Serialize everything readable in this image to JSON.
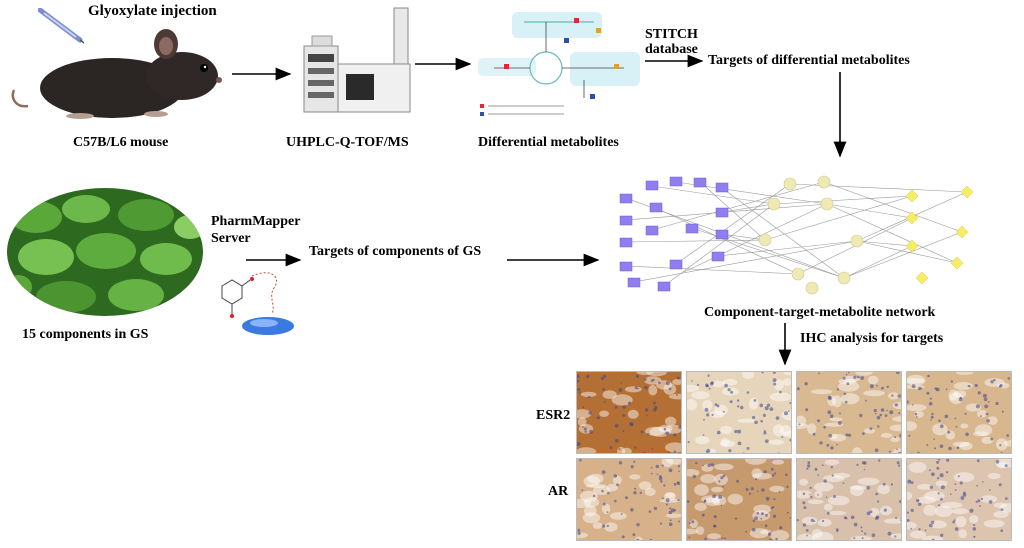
{
  "labels": {
    "injection": "Glyoxylate injection",
    "mouse": "C57B/L6 mouse",
    "uhplc": "UHPLC-Q-TOF/MS",
    "diff_metabolites": "Differential metabolites",
    "stitch_line1": "STITCH",
    "stitch_line2": "database",
    "targets_diff": "Targets of differential metabolites",
    "pharm_line1": "PharmMapper",
    "pharm_line2": "Server",
    "targets_gs": "Targets of components of GS",
    "components": "15 components in GS",
    "network": "Component-target-metabolite network",
    "ihc": "IHC analysis for targets",
    "row1": "ESR2",
    "row2": "AR"
  },
  "colors": {
    "network_component": "#8f7ef0",
    "network_target": "#efe9b4",
    "network_metabolite": "#f6ec66",
    "ihc_brown": "#b2753f",
    "ihc_light": "#ecdcc7",
    "leaf_green": "#3f8f2c"
  },
  "ihc_panels": [
    {
      "row": "ESR2",
      "col": 1,
      "tone": "#b46f34"
    },
    {
      "row": "ESR2",
      "col": 2,
      "tone": "#e7d5bb"
    },
    {
      "row": "ESR2",
      "col": 3,
      "tone": "#d9b992"
    },
    {
      "row": "ESR2",
      "col": 4,
      "tone": "#d8b78f"
    },
    {
      "row": "AR",
      "col": 1,
      "tone": "#d7b18a"
    },
    {
      "row": "AR",
      "col": 2,
      "tone": "#c79a6e"
    },
    {
      "row": "AR",
      "col": 3,
      "tone": "#d9c0aa"
    },
    {
      "row": "AR",
      "col": 4,
      "tone": "#dcc4ae"
    }
  ]
}
